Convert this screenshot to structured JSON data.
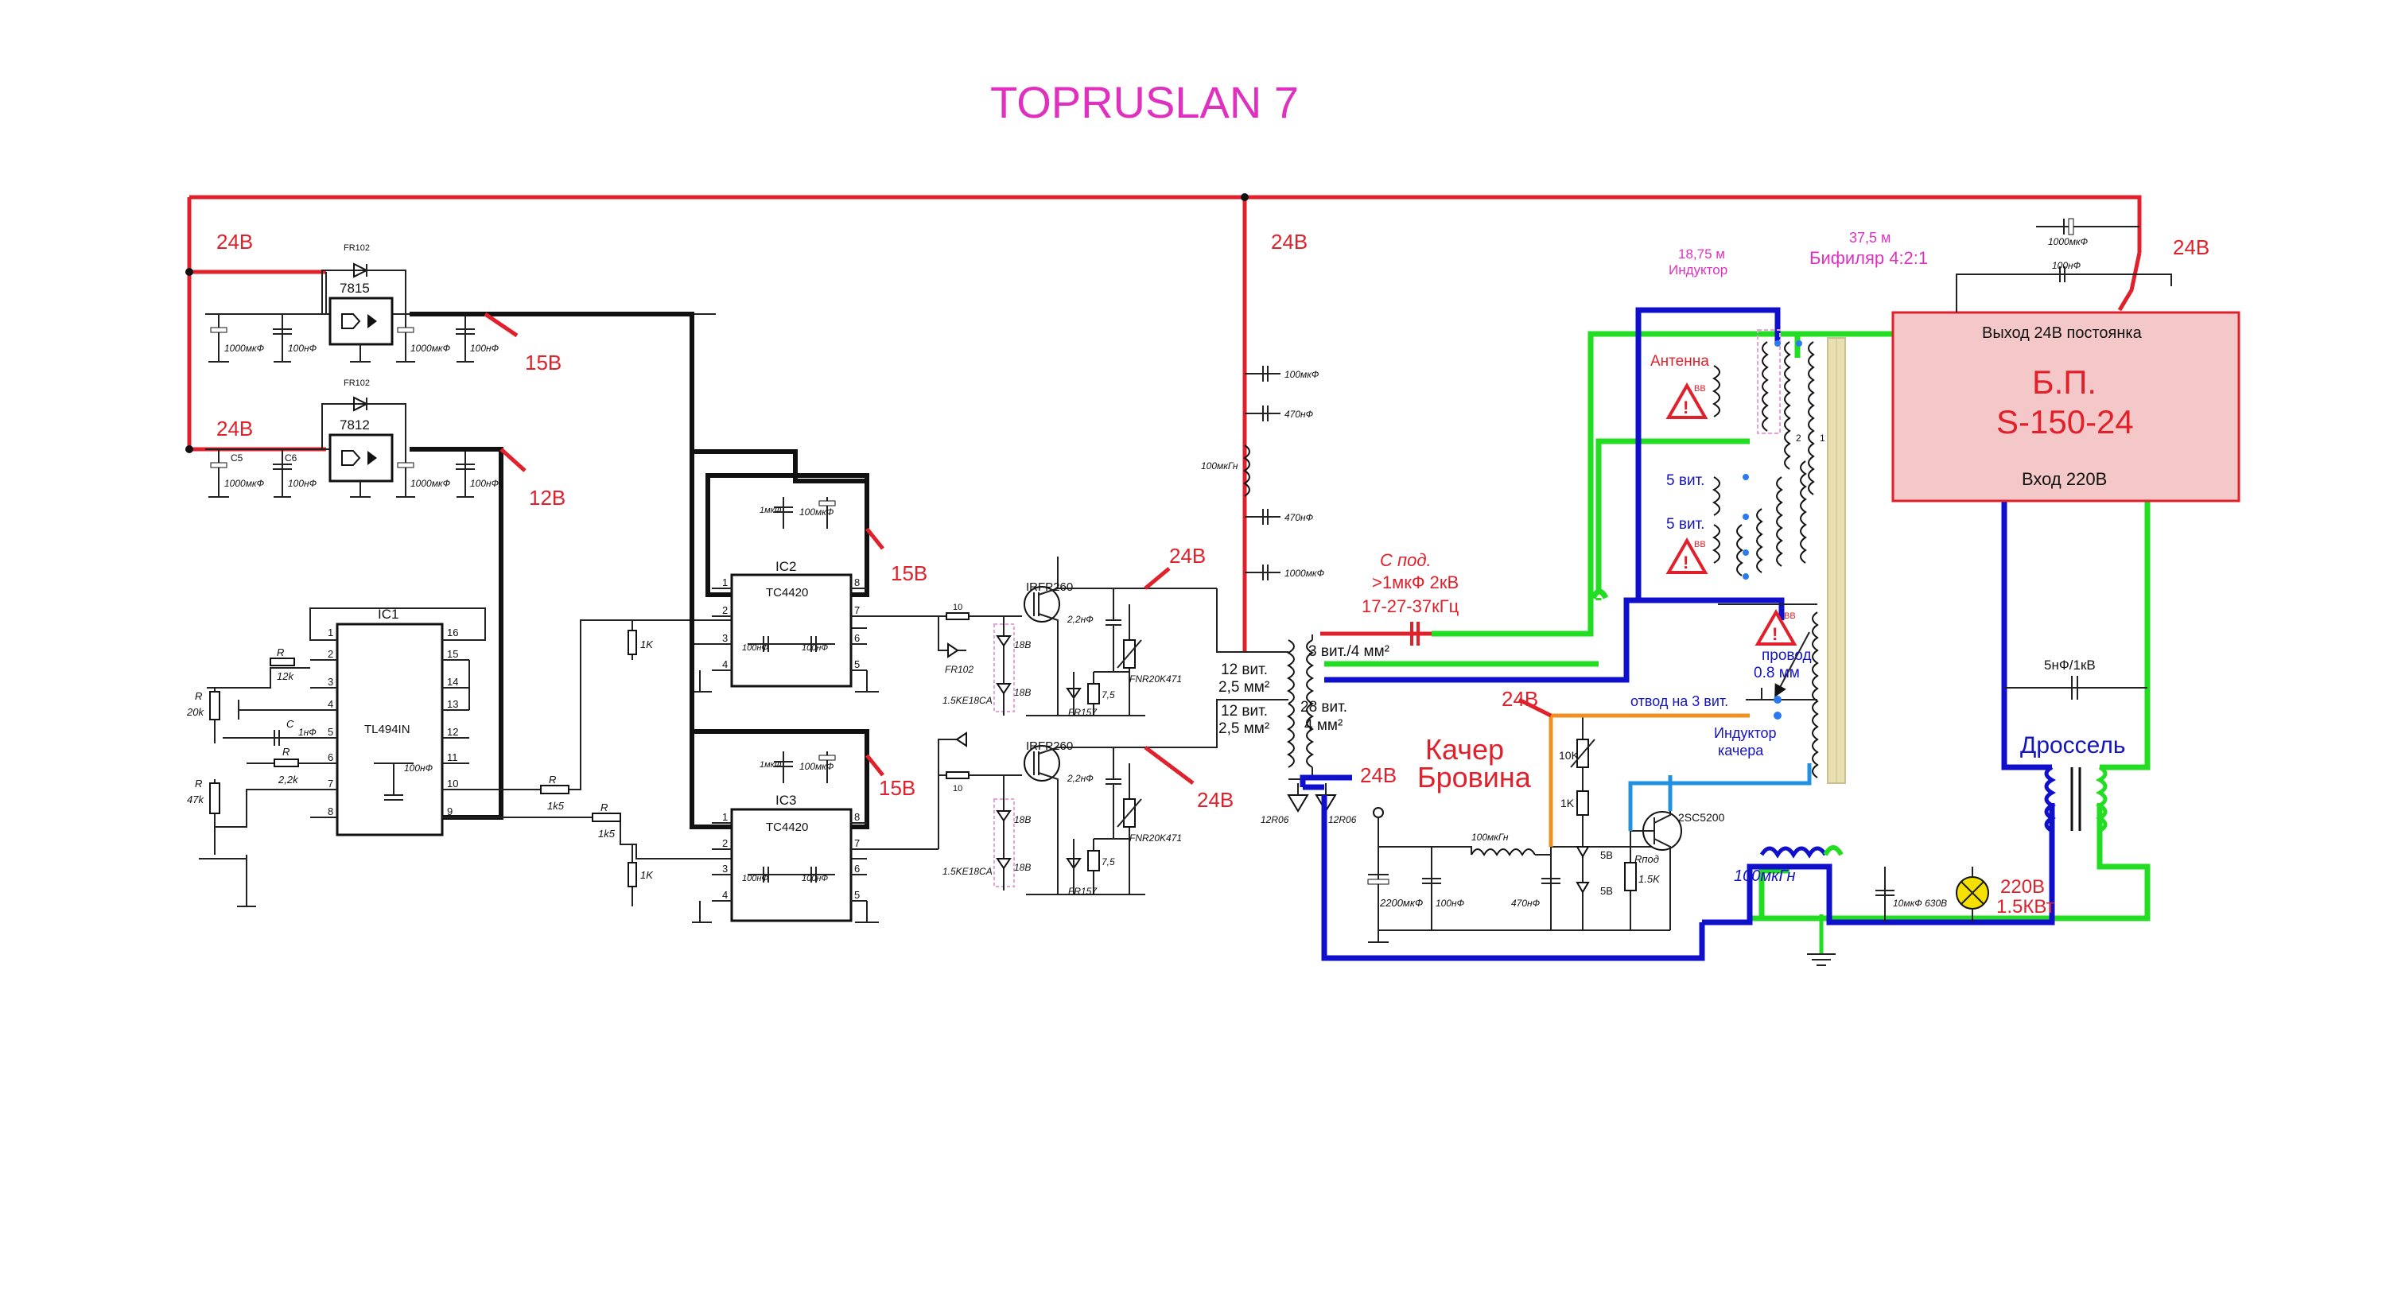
{
  "title": "TOPRUSLAN 7",
  "voltage_labels": {
    "v24_a": "24В",
    "v24_b": "24В",
    "v24_c": "24В",
    "v24_d": "24В",
    "v24_e": "24В",
    "v24_f": "24В",
    "v24_g": "24В",
    "v24_h": "24В",
    "v15_a": "15В",
    "v15_b": "15В",
    "v15_c": "15В",
    "v12": "12В"
  },
  "regulators": {
    "r1": "7815",
    "r2": "7812",
    "diode_a": "FR102",
    "diode_b": "FR102"
  },
  "caps": {
    "c1000a": "1000мкФ",
    "c100na": "100нФ",
    "c1000b": "1000мкФ",
    "c100nb": "100нФ",
    "c5": "C5",
    "c6": "C6",
    "c1000c": "1000мкФ",
    "c100nc": "100нФ",
    "c1000d": "1000мкФ",
    "c100nd": "100нФ",
    "ic2_c1": "1мкФ",
    "ic2_c2": "100мкФ",
    "ic3_c1": "1мкФ",
    "ic3_c2": "100мкФ",
    "ic2_cin": "100нФ",
    "ic2_cout": "100нФ",
    "ic3_cin": "100нФ",
    "ic3_cout": "100нФ",
    "col_100uf": "100мкФ",
    "col_470a": "470нФ",
    "col_ind": "100мкГн",
    "col_470b": "470нФ",
    "col_1000": "1000мкФ",
    "gate_c1": "2,2нФ",
    "gate_c2": "2,2нФ",
    "ic1_c100": "100нФ"
  },
  "ic1": {
    "name": "IC1",
    "part": "TL494IN",
    "pins_left": [
      "1",
      "2",
      "3",
      "4",
      "5",
      "6",
      "7",
      "8"
    ],
    "pins_right": [
      "16",
      "15",
      "14",
      "13",
      "12",
      "11",
      "10",
      "9"
    ],
    "r_label": "R",
    "r_12k": "12k",
    "r_20k": "20k",
    "r_47k": "47k",
    "r_22k": "2,2k",
    "c_label": "C",
    "c_1nf": "1нФ",
    "r_label2": "R",
    "r_label3": "R",
    "r_label4": "R"
  },
  "ic2": {
    "name": "IC2",
    "part": "TC4420",
    "pins_left": [
      "1",
      "2",
      "3",
      "4"
    ],
    "pins_right": [
      "8",
      "7",
      "6",
      "5"
    ]
  },
  "ic3": {
    "name": "IC3",
    "part": "TC4420",
    "pins_left": [
      "1",
      "2",
      "3",
      "4"
    ],
    "pins_right": [
      "8",
      "7",
      "6",
      "5"
    ]
  },
  "resistors": {
    "r1k5a": "1k5",
    "r1k5b": "1k5",
    "r1ka": "1K",
    "r1kb": "1K",
    "rg1": "10",
    "rg2": "10",
    "r75a": "7,5",
    "r75b": "7,5",
    "rr_label_a": "R",
    "rr_label_b": "R"
  },
  "mosfets": {
    "m1": "IRFP260",
    "m2": "IRFP260",
    "tvs1": "1.5KE18CA",
    "tvs2": "1.5KE18CA",
    "z1a": "18В",
    "z1b": "18В",
    "z2a": "18В",
    "z2b": "18В",
    "fr1": "FR102",
    "fr2": "FR157",
    "fr3": "FR157",
    "var1": "FNR20K471",
    "var2": "FNR20K471"
  },
  "transformer": {
    "w1": "12 вит.",
    "w1b": "2,5 мм²",
    "w2": "12 вит.",
    "w2b": "2,5 мм²",
    "w3": "28 вит.",
    "w3b": "4 мм²",
    "w4": "3 вит./4 мм²",
    "dual_a": "12R06",
    "dual_b": "12R06"
  },
  "series_cap": {
    "l1": "С под.",
    "l2": ">1мкФ 2кВ",
    "l3": "17-27-37кГц"
  },
  "tesla": {
    "ind_len": "18,75 м",
    "ind_name": "Индуктор",
    "bif_len": "37,5 м",
    "bif_name": "Бифиляр 4:2:1",
    "antenna": "Антенна",
    "vv1": "ВВ",
    "vv2": "ВВ",
    "vv3": "ВВ",
    "t5a": "5 вит.",
    "t5b": "5 вит.",
    "wire": "провод",
    "wire_d": "0.8 мм",
    "tap3": "отвод на 3 вит.",
    "ind_k1": "Индуктор",
    "ind_k2": "качера",
    "n1": "1",
    "n2": "2"
  },
  "kacher": {
    "title1": "Качер",
    "title2": "Бровина",
    "c2200": "2200мкФ",
    "c100": "100нФ",
    "l100": "100мкГн",
    "c470": "470нФ",
    "r10k": "10K",
    "r1k": "1K",
    "tr": "2SC5200",
    "rpod": "Rпод",
    "r15k": "1.5K",
    "z5a": "5В",
    "z5b": "5В"
  },
  "psu": {
    "out": "Выход  24В  постоянка",
    "name1": "Б.П.",
    "name2": "S-150-24",
    "in": "Вход 220В",
    "c1000": "1000мкФ",
    "c100": "100нФ"
  },
  "load": {
    "cap5n": "5нФ/1кВ",
    "choke": "Дроссель",
    "l100": "100мкГн",
    "c10": "10мкФ 630В",
    "lamp1": "220В",
    "lamp2": "1.5КВт"
  },
  "colors": {
    "red": "#e0202a",
    "black": "#111111",
    "green": "#22dd22",
    "blue": "#1010cc",
    "orange": "#f09020",
    "cyan": "#2090e0",
    "magenta": "#e030c0",
    "psu_fill": "#f4c8c8"
  }
}
